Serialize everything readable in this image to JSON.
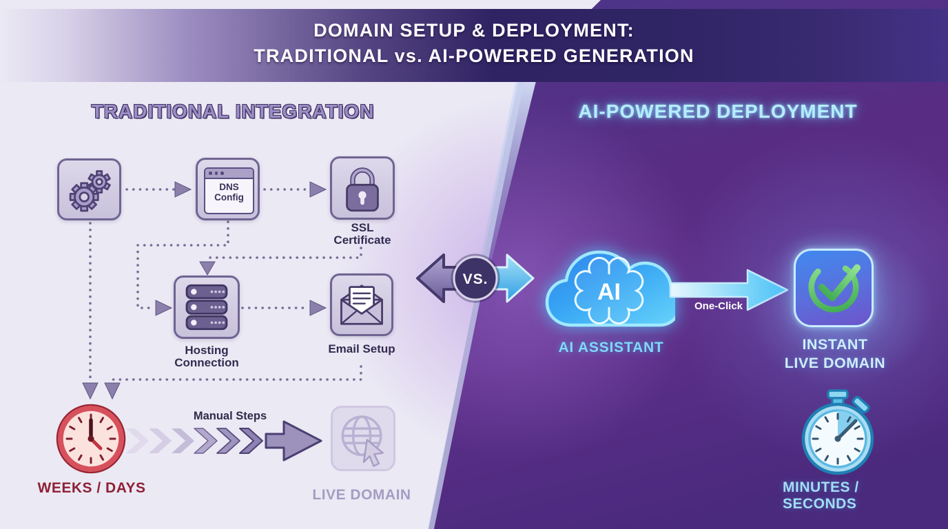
{
  "banner": {
    "line1": "DOMAIN SETUP & DEPLOYMENT:",
    "line2": "TRADITIONAL vs. AI-POWERED GENERATION"
  },
  "left": {
    "heading": "TRADITIONAL INTEGRATION",
    "dns_label": "DNS Config",
    "ssl_label": "SSL Certificate",
    "hosting_label": "Hosting Connection",
    "email_label": "Email Setup",
    "manual_steps_label": "Manual Steps",
    "live_domain_label": "LIVE DOMAIN",
    "time_label": "WEEKS / DAYS"
  },
  "versus_label": "VS.",
  "right": {
    "heading": "AI-POWERED DEPLOYMENT",
    "ai_short_label": "AI",
    "assistant_label": "AI ASSISTANT",
    "one_click_label": "One-Click",
    "instant_line1": "INSTANT",
    "instant_line2": "LIVE DOMAIN",
    "time_label": "MINUTES / SECONDS"
  },
  "colors": {
    "left_background": "#ebe9f4",
    "right_background": "#5b2d85",
    "traditional_accent": "#6f6492",
    "ai_accent": "#45c4f6",
    "warning_red": "#b3323f",
    "success_green": "#4db657",
    "vs_badge": "#3d3366"
  }
}
